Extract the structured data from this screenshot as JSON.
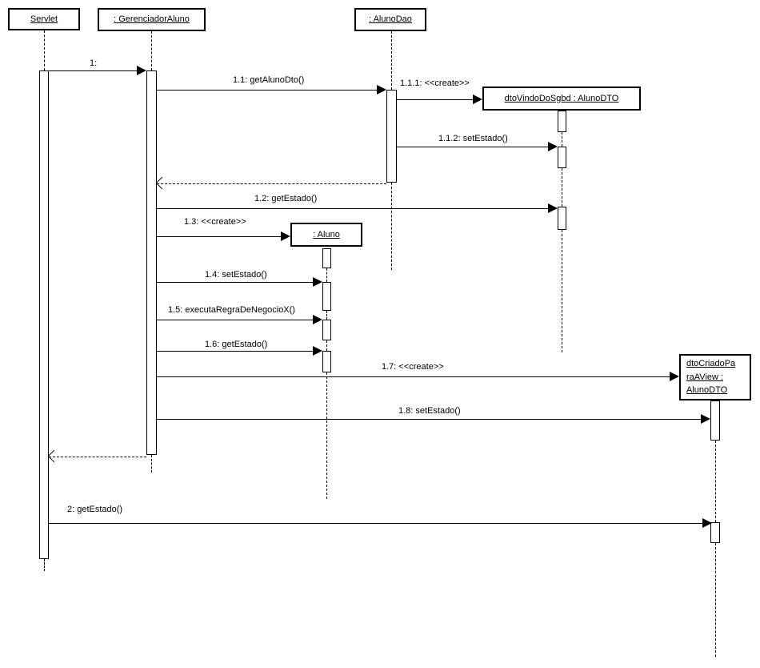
{
  "diagram_type": "uml-sequence-diagram",
  "objects": {
    "servlet": "Servlet",
    "gerenciador_aluno": ": GerenciadorAluno",
    "aluno_dao": ": AlunoDao",
    "dto_vindo_do_sgbd": "dtoVindoDoSgbd : AlunoDTO",
    "aluno": ": Aluno",
    "dto_criado_para_a_view": "dtoCriadoPa\nraAView :\nAlunoDTO"
  },
  "messages": {
    "m1": "1:",
    "m1_1": "1.1: getAlunoDto()",
    "m1_1_1": "1.1.1: <<create>>",
    "m1_1_2": "1.1.2: setEstado()",
    "m1_2": "1.2: getEstado()",
    "m1_3": "1.3: <<create>>",
    "m1_4": "1.4: setEstado()",
    "m1_5": "1.5: executaRegraDeNegocioX()",
    "m1_6": "1.6: getEstado()",
    "m1_7": "1.7: <<create>>",
    "m1_8": "1.8: setEstado()",
    "m2": "2: getEstado()"
  },
  "colors": {
    "line": "#000000",
    "background": "#ffffff"
  }
}
